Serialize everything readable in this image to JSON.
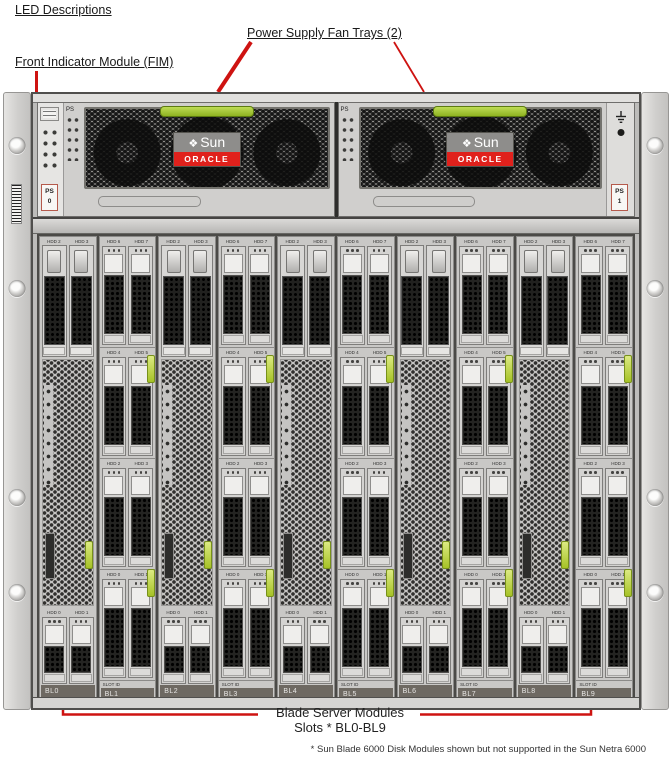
{
  "callouts": {
    "led_descriptions": "LED Descriptions",
    "power_supply_fan_trays": "Power Supply Fan Trays (2)",
    "front_indicator_module": "Front Indicator Module (FIM)",
    "blade_modules_line1": "Blade Server Modules",
    "blade_modules_line2": "Slots * BL0-BL9",
    "footnote": "* Sun Blade 6000 Disk Modules shown but not supported in the Sun Netra 6000"
  },
  "colors": {
    "callout_line": "#ce1311",
    "psu_green_bar": "#9cc42f",
    "oracle_red": "#e0211c",
    "ejector_green": "#c3d850",
    "chassis_gray": "#d3d2d0"
  },
  "icons": {
    "sun_star": "❖"
  },
  "psu": {
    "led_panel_label": "PS",
    "logo_sun": "Sun",
    "logo_oracle": "ORACLE",
    "left_label": [
      "PS",
      "0"
    ],
    "right_label": [
      "PS",
      "1"
    ]
  },
  "blade_types": {
    "server": {
      "top_bays": [
        "HDD 2",
        "HDD 3"
      ],
      "bottom_bays": [
        "HDD 0",
        "HDD 1"
      ]
    },
    "disk": {
      "sections": [
        [
          "HDD 6",
          "HDD 7"
        ],
        [
          "HDD 4",
          "HDD 5"
        ],
        [
          "HDD 2",
          "HDD 3"
        ],
        [
          "HDD 0",
          "HDD 1"
        ]
      ],
      "footer": "SLOT ID"
    }
  },
  "slots": [
    {
      "id": "BL0",
      "type": "server"
    },
    {
      "id": "BL1",
      "type": "disk"
    },
    {
      "id": "BL2",
      "type": "server"
    },
    {
      "id": "BL3",
      "type": "disk"
    },
    {
      "id": "BL4",
      "type": "server"
    },
    {
      "id": "BL5",
      "type": "disk"
    },
    {
      "id": "BL6",
      "type": "server"
    },
    {
      "id": "BL7",
      "type": "disk"
    },
    {
      "id": "BL8",
      "type": "server"
    },
    {
      "id": "BL9",
      "type": "disk"
    }
  ]
}
